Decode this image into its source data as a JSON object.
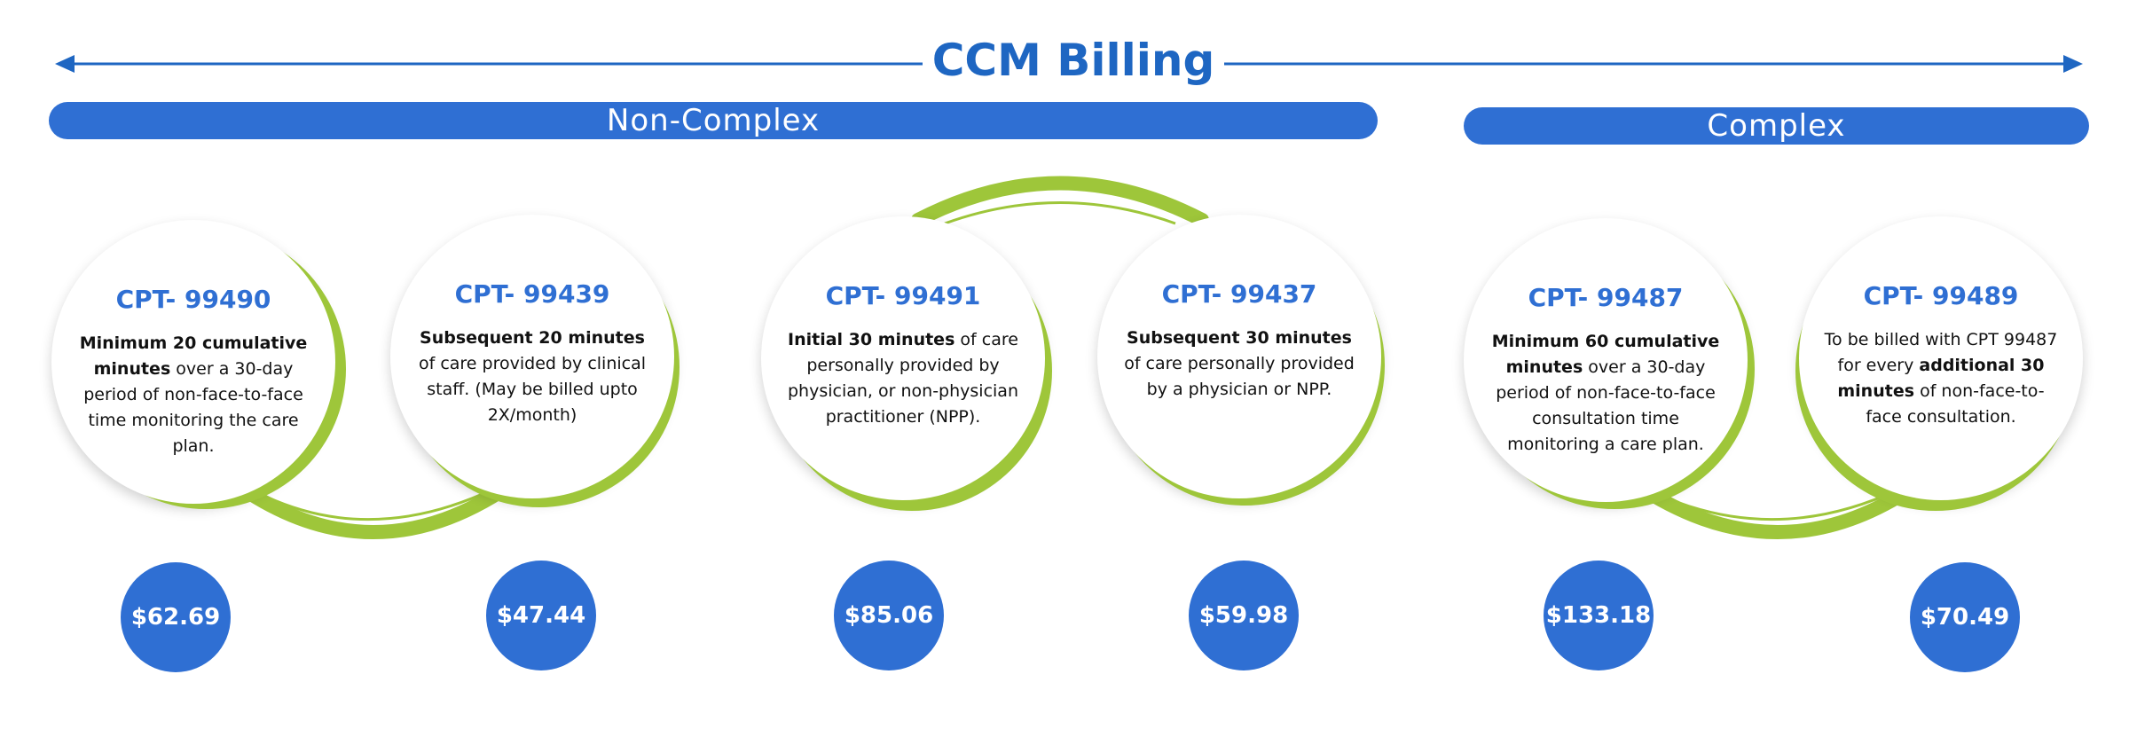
{
  "title": "CCM Billing",
  "colors": {
    "primary": "#2f6fd3",
    "title": "#1e66c2",
    "ring": "#9ec63a"
  },
  "groups": [
    {
      "label": "Non-Complex"
    },
    {
      "label": "Complex"
    }
  ],
  "codes": [
    {
      "code": "CPT- 99490",
      "desc_parts": [
        {
          "text": "Minimum 20 cumulative minutes",
          "bold": true
        },
        {
          "text": " over a 30-day period of non-face-to-face time monitoring the care plan.",
          "bold": false
        }
      ],
      "price": "$62.69"
    },
    {
      "code": "CPT- 99439",
      "desc_parts": [
        {
          "text": "Subsequent 20 minutes",
          "bold": true
        },
        {
          "text": " of care provided by clinical staff. (May be billed upto 2X/month)",
          "bold": false
        }
      ],
      "price": "$47.44"
    },
    {
      "code": "CPT-  99491",
      "desc_parts": [
        {
          "text": "Initial 30 minutes",
          "bold": true
        },
        {
          "text": " of care personally provided  by physician, or non-physician practitioner (NPP).",
          "bold": false
        }
      ],
      "price": "$85.06"
    },
    {
      "code": "CPT- 99437",
      "desc_parts": [
        {
          "text": "Subsequent 30 minutes",
          "bold": true
        },
        {
          "text": " of care personally provided by a physician or NPP.",
          "bold": false
        }
      ],
      "price": "$59.98"
    },
    {
      "code": "CPT- 99487",
      "desc_parts": [
        {
          "text": "Minimum 60 cumulative minutes",
          "bold": true
        },
        {
          "text": " over a 30-day  period of non-face-to-face consultation time monitoring a care plan.",
          "bold": false
        }
      ],
      "price": "$133.18"
    },
    {
      "code": "CPT- 99489",
      "desc_parts": [
        {
          "text": "To be billed with CPT 99487 for every ",
          "bold": false
        },
        {
          "text": "additional 30 minutes",
          "bold": true
        },
        {
          "text": " of non-face-to-face consultation.",
          "bold": false
        }
      ],
      "price": "$70.49"
    }
  ]
}
